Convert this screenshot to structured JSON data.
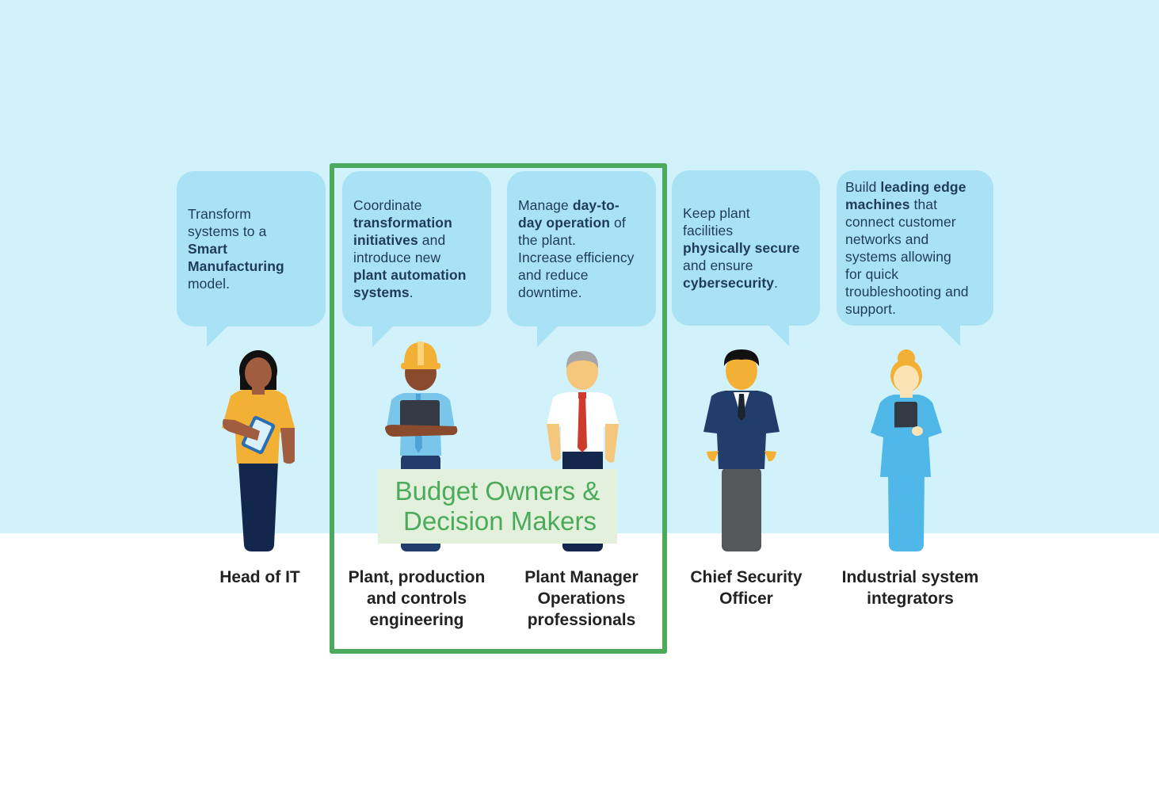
{
  "roles": [
    {
      "id": "head-of-it",
      "title_lines": [
        "Head of IT"
      ],
      "bubble_lines": [
        [
          {
            "t": "Transform"
          }
        ],
        [
          {
            "t": "systems to a"
          }
        ],
        [
          {
            "t": "Smart",
            "b": true
          }
        ],
        [
          {
            "t": "Manufacturing",
            "b": true
          }
        ],
        [
          {
            "t": "model."
          }
        ]
      ]
    },
    {
      "id": "plant-engineering",
      "title_lines": [
        "Plant, production",
        "and controls",
        "engineering"
      ],
      "bubble_lines": [
        [
          {
            "t": "Coordinate"
          }
        ],
        [
          {
            "t": "transformation",
            "b": true
          }
        ],
        [
          {
            "t": "initiatives",
            "b": true
          },
          {
            "t": " and"
          }
        ],
        [
          {
            "t": "introduce new"
          }
        ],
        [
          {
            "t": "plant automation",
            "b": true
          }
        ],
        [
          {
            "t": "systems",
            "b": true
          },
          {
            "t": "."
          }
        ]
      ]
    },
    {
      "id": "plant-manager",
      "title_lines": [
        "Plant Manager",
        "Operations",
        "professionals"
      ],
      "bubble_lines": [
        [
          {
            "t": "Manage "
          },
          {
            "t": "day-to-",
            "b": true
          }
        ],
        [
          {
            "t": "day operation",
            "b": true
          },
          {
            "t": " of"
          }
        ],
        [
          {
            "t": "the plant."
          }
        ],
        [
          {
            "t": "Increase efficiency"
          }
        ],
        [
          {
            "t": "and reduce"
          }
        ],
        [
          {
            "t": "downtime."
          }
        ]
      ]
    },
    {
      "id": "chief-security-officer",
      "title_lines": [
        "Chief Security",
        "Officer"
      ],
      "bubble_lines": [
        [
          {
            "t": "Keep plant"
          }
        ],
        [
          {
            "t": "facilities"
          }
        ],
        [
          {
            "t": "physically secure",
            "b": true
          }
        ],
        [
          {
            "t": "and ensure"
          }
        ],
        [
          {
            "t": "cybersecurity",
            "b": true
          },
          {
            "t": "."
          }
        ]
      ]
    },
    {
      "id": "system-integrators",
      "title_lines": [
        "Industrial system",
        "integrators"
      ],
      "bubble_lines": [
        [
          {
            "t": "Build "
          },
          {
            "t": "leading edge",
            "b": true
          }
        ],
        [
          {
            "t": "machines",
            "b": true
          },
          {
            "t": " that"
          }
        ],
        [
          {
            "t": "connect customer"
          }
        ],
        [
          {
            "t": "networks and"
          }
        ],
        [
          {
            "t": "systems allowing"
          }
        ],
        [
          {
            "t": "for quick"
          }
        ],
        [
          {
            "t": "troubleshooting and"
          }
        ],
        [
          {
            "t": "support."
          }
        ]
      ]
    }
  ],
  "highlight": {
    "label_lines": [
      "Budget Owners &",
      "Decision Makers"
    ]
  },
  "colors": {
    "sky": "#d1f2fb",
    "bubble": "#a9e2f4",
    "bubble_text": "#1f3a5c",
    "highlight_green": "#4baa5b",
    "badge_bg": "#e3f1dc",
    "role_text": "#222222"
  }
}
